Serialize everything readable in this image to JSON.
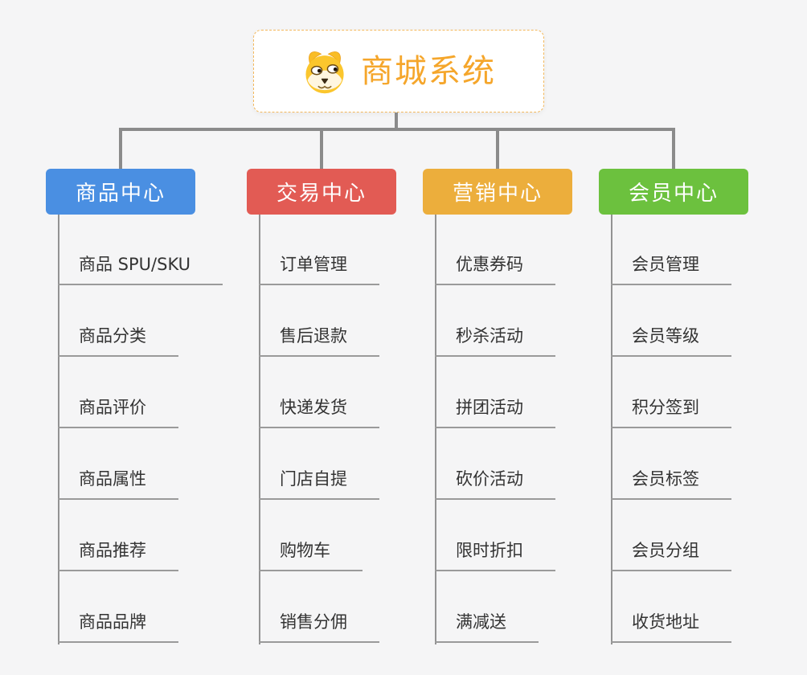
{
  "page": {
    "background": "#f5f5f6"
  },
  "root": {
    "title": "商城系统",
    "icon": "dog-icon",
    "title_color": "#f5a62b",
    "border_color": "#f3b85c"
  },
  "connector_color": "#8b8b8b",
  "leaf_line_color": "#9a9a9a",
  "branches": [
    {
      "label": "商品中心",
      "color": "#4a8fe2",
      "children": [
        "商品 SPU/SKU",
        "商品分类",
        "商品评价",
        "商品属性",
        "商品推荐",
        "商品品牌"
      ]
    },
    {
      "label": "交易中心",
      "color": "#e25b54",
      "children": [
        "订单管理",
        "售后退款",
        "快递发货",
        "门店自提",
        "购物车",
        "销售分佣"
      ]
    },
    {
      "label": "营销中心",
      "color": "#ecae3c",
      "children": [
        "优惠券码",
        "秒杀活动",
        "拼团活动",
        "砍价活动",
        "限时折扣",
        "满减送"
      ]
    },
    {
      "label": "会员中心",
      "color": "#6cc13e",
      "children": [
        "会员管理",
        "会员等级",
        "积分签到",
        "会员标签",
        "会员分组",
        "收货地址"
      ]
    }
  ]
}
